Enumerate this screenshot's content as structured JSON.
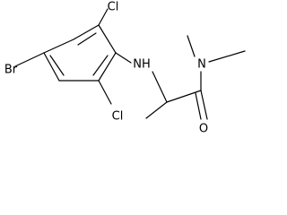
{
  "molecule": {
    "labels": {
      "cl_top": "Cl",
      "cl_bottom": "Cl",
      "br": "Br",
      "nh": "NH",
      "n_amide": "N",
      "o": "O"
    }
  }
}
